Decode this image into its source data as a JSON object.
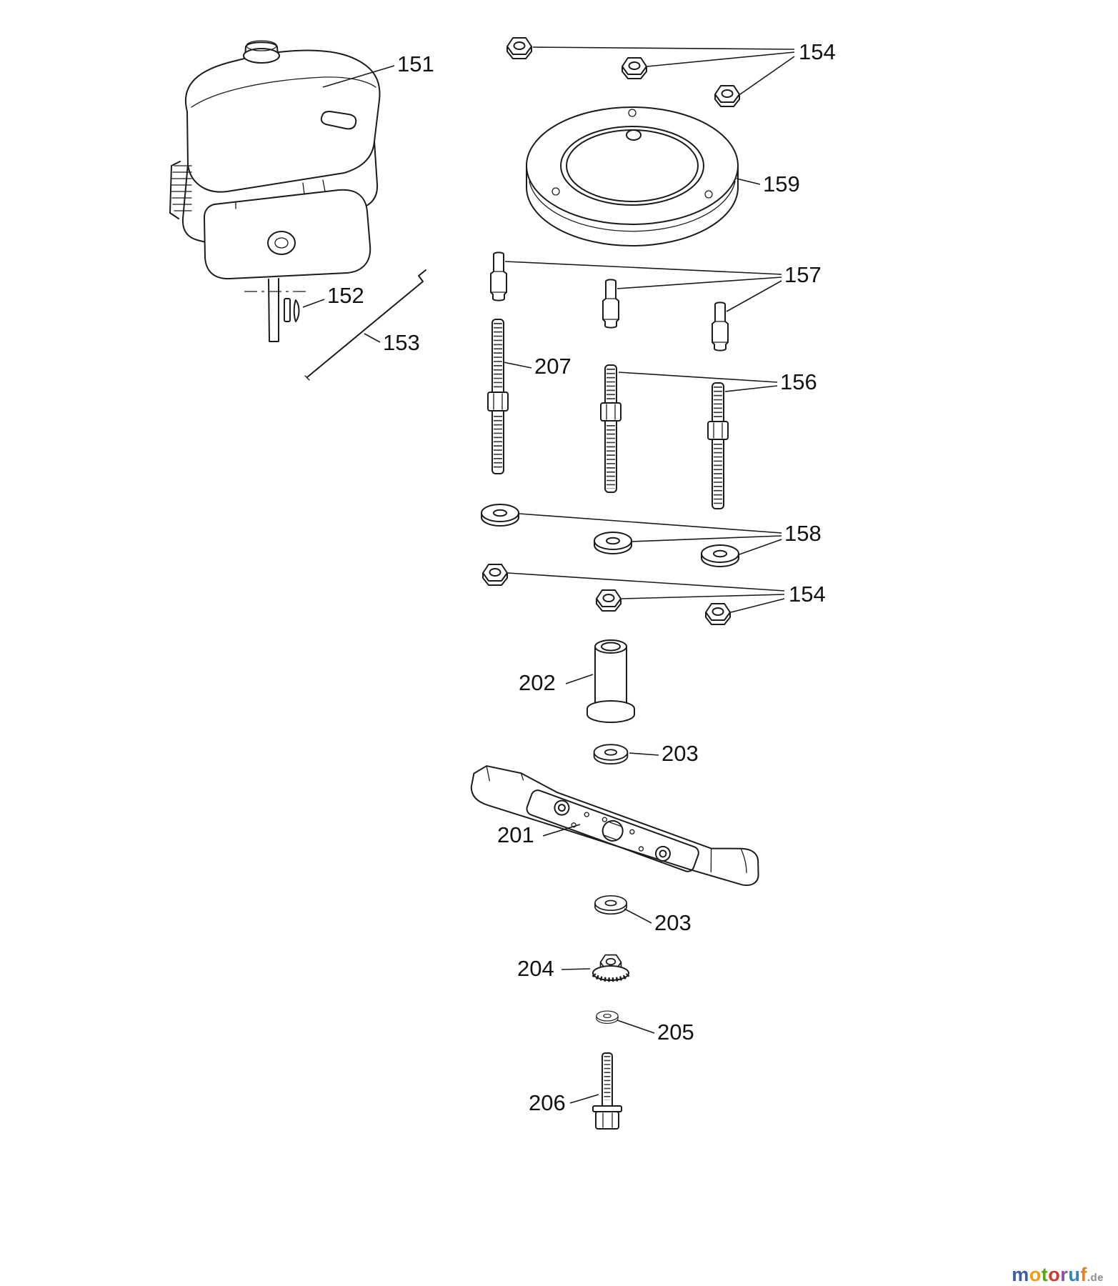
{
  "labels": {
    "engine": "151",
    "key": "152",
    "rod": "153",
    "nuts_top": "154",
    "ring": "159",
    "spacers": "157",
    "long_stud": "207",
    "studs": "156",
    "flat_washers": "158",
    "nuts_lower": "154",
    "blade_adapter": "202",
    "washer_upper": "203",
    "blade": "201",
    "washer_lower": "203",
    "blade_nut": "204",
    "small_washer": "205",
    "blade_bolt": "206"
  },
  "watermark": {
    "brand_letters": [
      {
        "char": "m",
        "color": "#3a5fa8"
      },
      {
        "char": "o",
        "color": "#f39c12"
      },
      {
        "char": "t",
        "color": "#58a618"
      },
      {
        "char": "o",
        "color": "#cf3a2b"
      },
      {
        "char": "r",
        "color": "#8a4ea3"
      },
      {
        "char": "u",
        "color": "#2e86c1"
      },
      {
        "char": "f",
        "color": "#e67e22"
      }
    ],
    "tld": ".de",
    "tld_color": "#8f8f8f"
  }
}
